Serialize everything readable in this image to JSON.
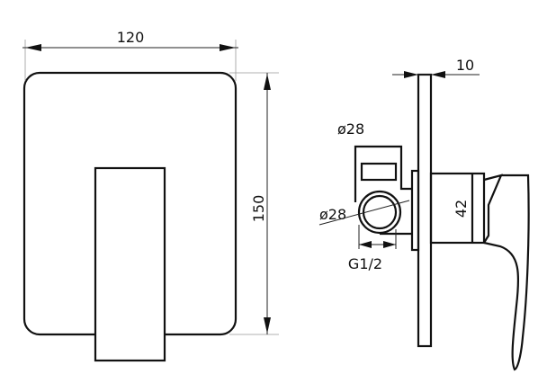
{
  "dimensions": {
    "width": "120",
    "height": "150",
    "plate_thickness": "10",
    "body_height": "42",
    "outlet_diameter_top": "ø28",
    "outlet_diameter_side": "ø28",
    "thread": "G1/2"
  }
}
